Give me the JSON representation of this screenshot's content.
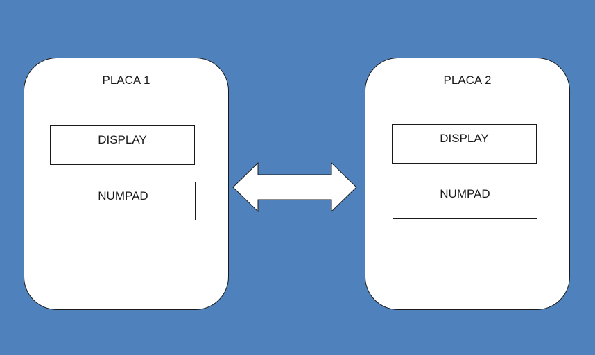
{
  "colors": {
    "background": "#4f81bd",
    "board_fill": "#ffffff",
    "stroke": "#1a1a1a",
    "text": "#1a1a1a"
  },
  "boards": [
    {
      "title": "PLACA 1",
      "modules": [
        {
          "label": "DISPLAY"
        },
        {
          "label": "NUMPAD"
        }
      ]
    },
    {
      "title": "PLACA 2",
      "modules": [
        {
          "label": "DISPLAY"
        },
        {
          "label": "NUMPAD"
        }
      ]
    }
  ],
  "connector": {
    "icon": "double-arrow-icon"
  }
}
